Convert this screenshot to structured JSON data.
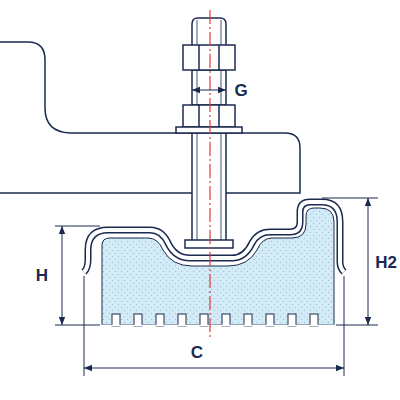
{
  "diagram": {
    "labels": [
      "G",
      "H",
      "H2",
      "C"
    ]
  }
}
